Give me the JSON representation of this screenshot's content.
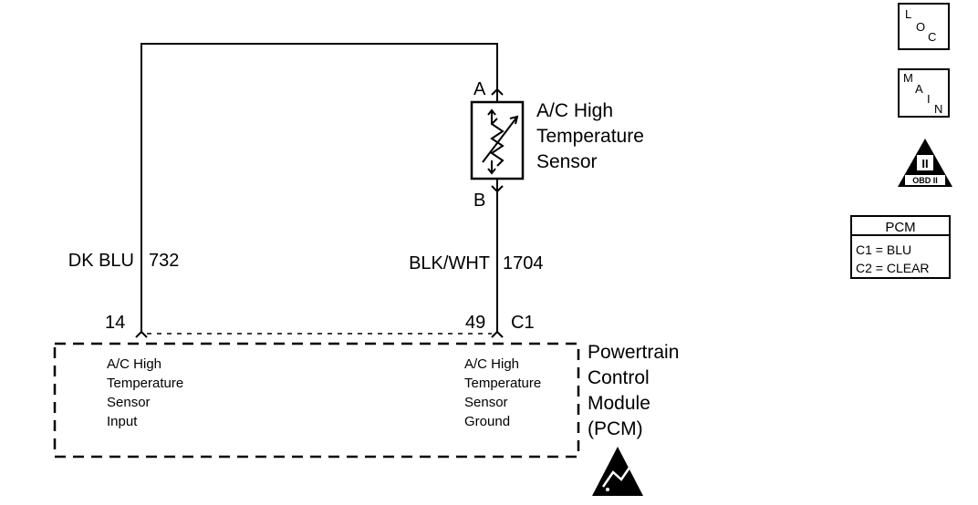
{
  "sensor": {
    "pin_a": "A",
    "pin_b": "B",
    "name_line1": "A/C High",
    "name_line2": "Temperature",
    "name_line3": "Sensor"
  },
  "wire_left": {
    "color": "DK BLU",
    "circuit": "732"
  },
  "wire_right": {
    "color": "BLK/WHT",
    "circuit": "1704"
  },
  "pcm": {
    "pin_left": "14",
    "pin_right": "49",
    "connector": "C1",
    "left_desc": [
      "A/C High",
      "Temperature",
      "Sensor",
      "Input"
    ],
    "right_desc": [
      "A/C High",
      "Temperature",
      "Sensor",
      "Ground"
    ],
    "module_name": [
      "Powertrain",
      "Control",
      "Module",
      "(PCM)"
    ]
  },
  "icons": {
    "loc": {
      "l": "L",
      "o": "O",
      "c": "C"
    },
    "main": {
      "m": "M",
      "a": "A",
      "i": "I",
      "n": "N"
    },
    "obd": {
      "numeral": "II",
      "text": "OBD II"
    }
  },
  "connector_legend": {
    "title": "PCM",
    "c1": "C1 = BLU",
    "c2": "C2 = CLEAR"
  }
}
